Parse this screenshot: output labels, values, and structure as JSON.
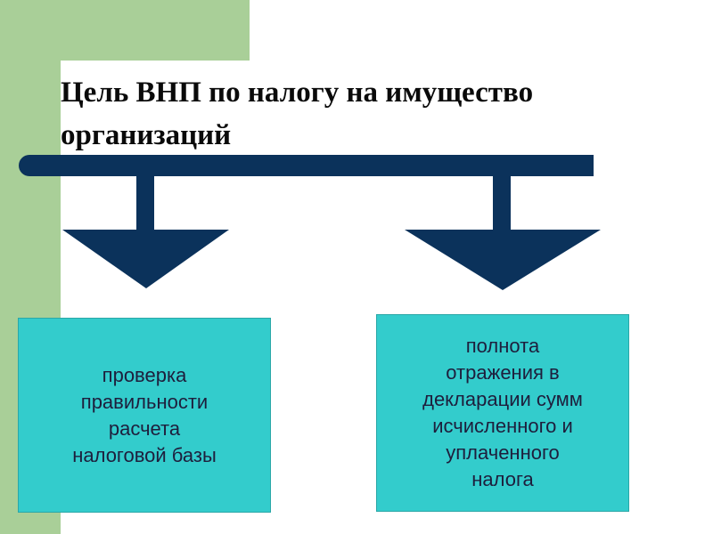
{
  "title": "Цель ВНП по налогу на имущество организаций",
  "colors": {
    "background": "#ffffff",
    "accent_green": "#a9cf98",
    "connector_navy": "#0b325b",
    "box_fill": "#33cccc",
    "box_text": "#1e1e3c"
  },
  "boxes": [
    {
      "text": "проверка\nправильности\nрасчета\nналоговой базы"
    },
    {
      "text": "полнота\nотражения в\nдекларации сумм\nисчисленного и\nуплаченного\nналога"
    }
  ]
}
